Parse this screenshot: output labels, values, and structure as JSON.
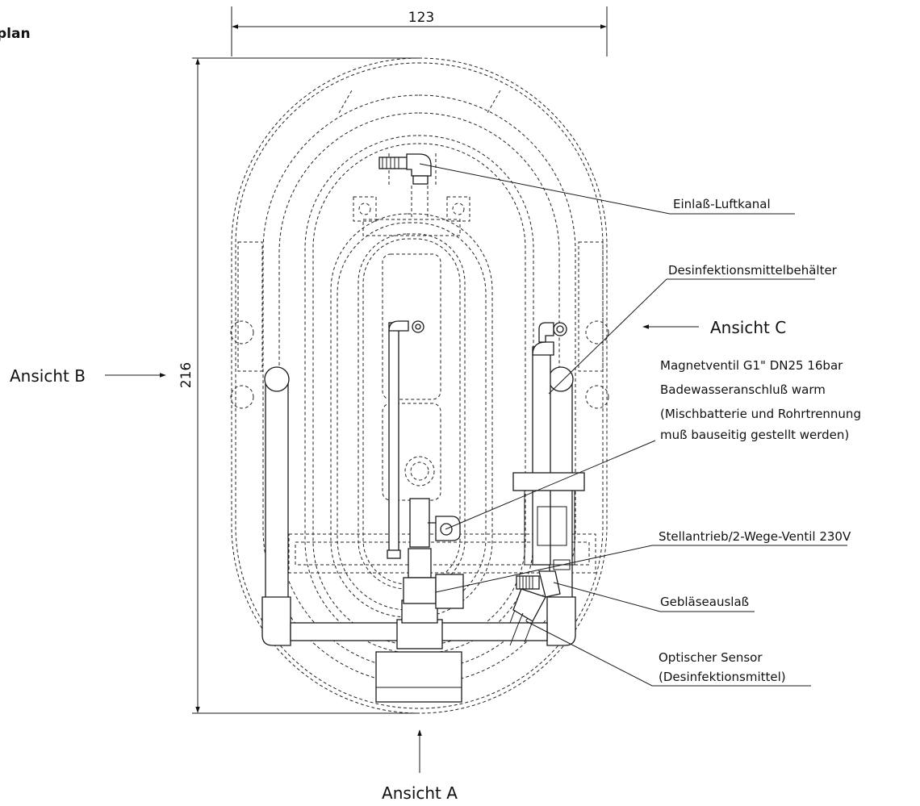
{
  "title_fragment": "plan",
  "dimensions": {
    "width": "123",
    "length": "216"
  },
  "views": {
    "a": "Ansicht A",
    "b": "Ansicht B",
    "c": "Ansicht C"
  },
  "callouts": {
    "einlass": "Einlaß-Luftkanal",
    "desinf_behaelter": "Desinfektionsmittelbehälter",
    "magnetventil": "Magnetventil G1\" DN25 16bar",
    "badewasser": "Badewasseranschluß  warm",
    "mischbatterie": "(Mischbatterie und Rohrtrennung",
    "bauseitig": "muß bauseitig gestellt werden)",
    "stellantrieb": "Stellantrieb/2-Wege-Ventil 230V",
    "geblaese": "Gebläseauslaß",
    "sensor": "Optischer Sensor",
    "sensor_sub": "(Desinfektionsmittel)"
  }
}
